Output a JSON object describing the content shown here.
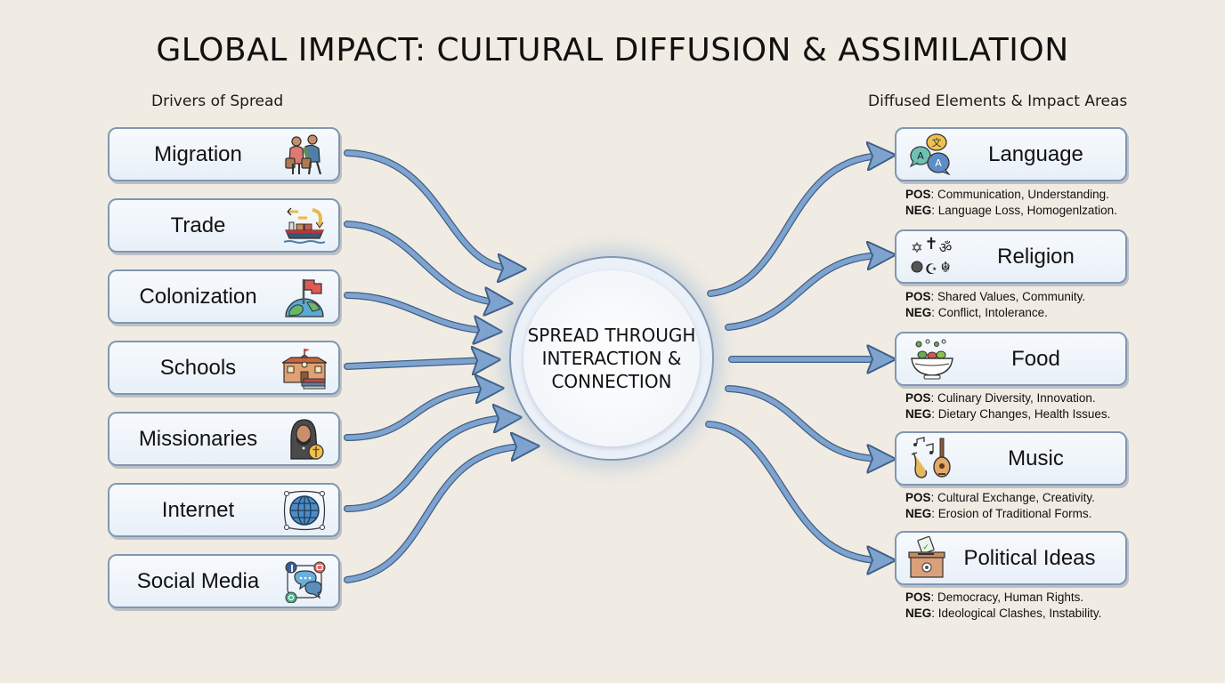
{
  "title": "GLOBAL IMPACT: CULTURAL DIFFUSION & ASSIMILATION",
  "left_heading": "Drivers of Spread",
  "right_heading": "Diffused Elements & Impact Areas",
  "hub": {
    "text": "SPREAD THROUGH INTERACTION & CONNECTION"
  },
  "colors": {
    "background": "#f1ece3",
    "box_border": "#7f97b3",
    "box_fill": "#eef3f9",
    "arrow_fill": "#7ea3cf",
    "arrow_stroke": "#3f5f86"
  },
  "drivers": [
    {
      "label": "Migration",
      "icon": "migration-people-icon"
    },
    {
      "label": "Trade",
      "icon": "cargo-ship-icon"
    },
    {
      "label": "Colonization",
      "icon": "flag-globe-icon"
    },
    {
      "label": "Schools",
      "icon": "school-building-icon"
    },
    {
      "label": "Missionaries",
      "icon": "missionary-cross-icon"
    },
    {
      "label": "Internet",
      "icon": "network-globe-icon"
    },
    {
      "label": "Social Media",
      "icon": "chat-bubbles-icon"
    }
  ],
  "elements": [
    {
      "label": "Language",
      "icon": "speech-bubbles-icon",
      "pos_label": "POS",
      "pos": "Communication, Understanding.",
      "neg_label": "NEG",
      "neg": "Language Loss, Homogenlzation."
    },
    {
      "label": "Religion",
      "icon": "religious-symbols-icon",
      "pos_label": "POS",
      "pos": "Shared Values, Community.",
      "neg_label": "NEG",
      "neg": "Conflict, Intolerance."
    },
    {
      "label": "Food",
      "icon": "salad-bowl-icon",
      "pos_label": "POS",
      "pos": "Culinary Diversity, Innovation.",
      "neg_label": "NEG",
      "neg": "Dietary Changes, Health Issues."
    },
    {
      "label": "Music",
      "icon": "instruments-icon",
      "pos_label": "POS",
      "pos": "Cultural Exchange, Creativity.",
      "neg_label": "NEG",
      "neg": "Erosion of Traditional Forms."
    },
    {
      "label": "Political Ideas",
      "icon": "ballot-box-icon",
      "pos_label": "POS",
      "pos": "Democracy, Human Rights.",
      "neg_label": "NEG",
      "neg": "Ideological Clashes, Instability."
    }
  ]
}
